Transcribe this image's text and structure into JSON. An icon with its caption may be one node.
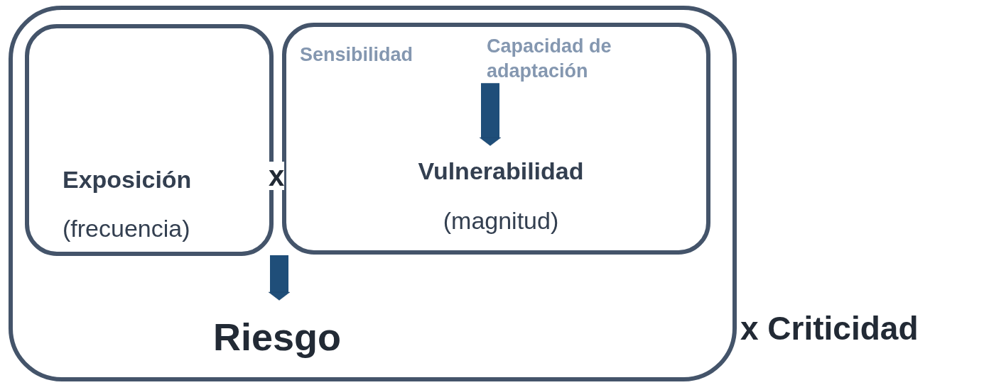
{
  "diagram": {
    "nodes": [
      {
        "text": [],
        "shape": "box"
      },
      {
        "text": [
          "Exposición",
          "(frecuencia)"
        ],
        "in": 0
      },
      {
        "text": [],
        "shape": "box",
        "in": 0
      },
      {
        "text": [
          "Sensibilidad"
        ],
        "in": 2
      },
      {
        "text": [
          "Capacidad de adaptación"
        ],
        "in": 2
      },
      {
        "text": [
          "Vulnerabilidad",
          "(magnitud)"
        ],
        "in": 2
      },
      {
        "text": [
          "Riesgo"
        ],
        "in": 0
      }
    ],
    "edges": [
      {
        "from": 4,
        "to": 5,
        "arrow": "to"
      },
      {
        "from": 1,
        "to": 6,
        "arrow": "to"
      },
      {
        "from": 2,
        "to": 6,
        "arrow": "to"
      }
    ],
    "labels": [
      "x",
      "x Criticidad"
    ]
  }
}
